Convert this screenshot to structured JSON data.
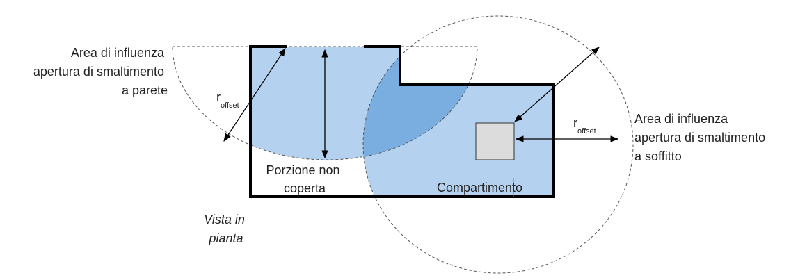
{
  "labels": {
    "wall_area": [
      "Area di influenza",
      "apertura di smaltimento",
      "a parete"
    ],
    "ceiling_area": [
      "Area di influenza",
      "apertura di smaltimento",
      "a soffitto"
    ],
    "r_main": "r",
    "r_sub": "offset",
    "uncovered": [
      "Porzione non",
      "coperta"
    ],
    "compartment": "Compartimento",
    "plan_view": [
      "Vista in",
      "pianta"
    ]
  },
  "colors": {
    "light_fill": "#b4d2f0",
    "overlap_fill": "#7aade0",
    "outline": "#000000",
    "dashed": "#555555",
    "opening_fill": "#dcdcdc",
    "text": "#222222"
  }
}
